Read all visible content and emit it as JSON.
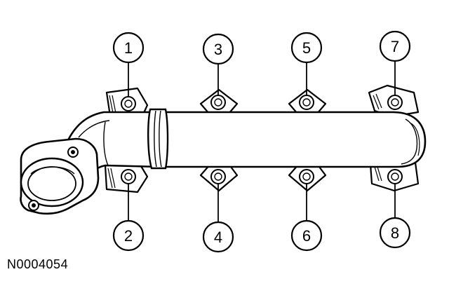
{
  "figure_id": "N0004054",
  "callouts": {
    "c1": "1",
    "c2": "2",
    "c3": "3",
    "c4": "4",
    "c5": "5",
    "c6": "6",
    "c7": "7",
    "c8": "8"
  }
}
